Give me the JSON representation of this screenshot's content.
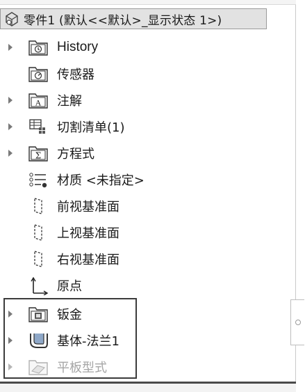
{
  "tree": {
    "root_label": "零件1 (默认<<默认>_显示状态 1>)",
    "items": [
      {
        "label": "History",
        "icon": "history-folder-icon",
        "expandable": true
      },
      {
        "label": "传感器",
        "icon": "sensor-folder-icon",
        "expandable": false
      },
      {
        "label": "注解",
        "icon": "annotation-folder-icon",
        "expandable": true
      },
      {
        "label": "切割清单(1)",
        "icon": "cut-list-icon",
        "expandable": true
      },
      {
        "label": "方程式",
        "icon": "equation-folder-icon",
        "expandable": true
      },
      {
        "label": "材质 <未指定>",
        "icon": "material-icon",
        "expandable": false
      },
      {
        "label": "前视基准面",
        "icon": "plane-icon",
        "expandable": false
      },
      {
        "label": "上视基准面",
        "icon": "plane-icon",
        "expandable": false
      },
      {
        "label": "右视基准面",
        "icon": "plane-icon",
        "expandable": false
      },
      {
        "label": "原点",
        "icon": "origin-icon",
        "expandable": false
      },
      {
        "label": "钣金",
        "icon": "sheet-metal-folder-icon",
        "expandable": true
      },
      {
        "label": "基体-法兰1",
        "icon": "base-flange-icon",
        "expandable": true
      },
      {
        "label": "平板型式",
        "icon": "flat-pattern-icon",
        "expandable": true,
        "suppressed": true
      }
    ]
  },
  "colors": {
    "root_bg": "#e2e2e2",
    "group_border": "#3b3b3b",
    "suppressed_text": "#a6a6a6"
  }
}
